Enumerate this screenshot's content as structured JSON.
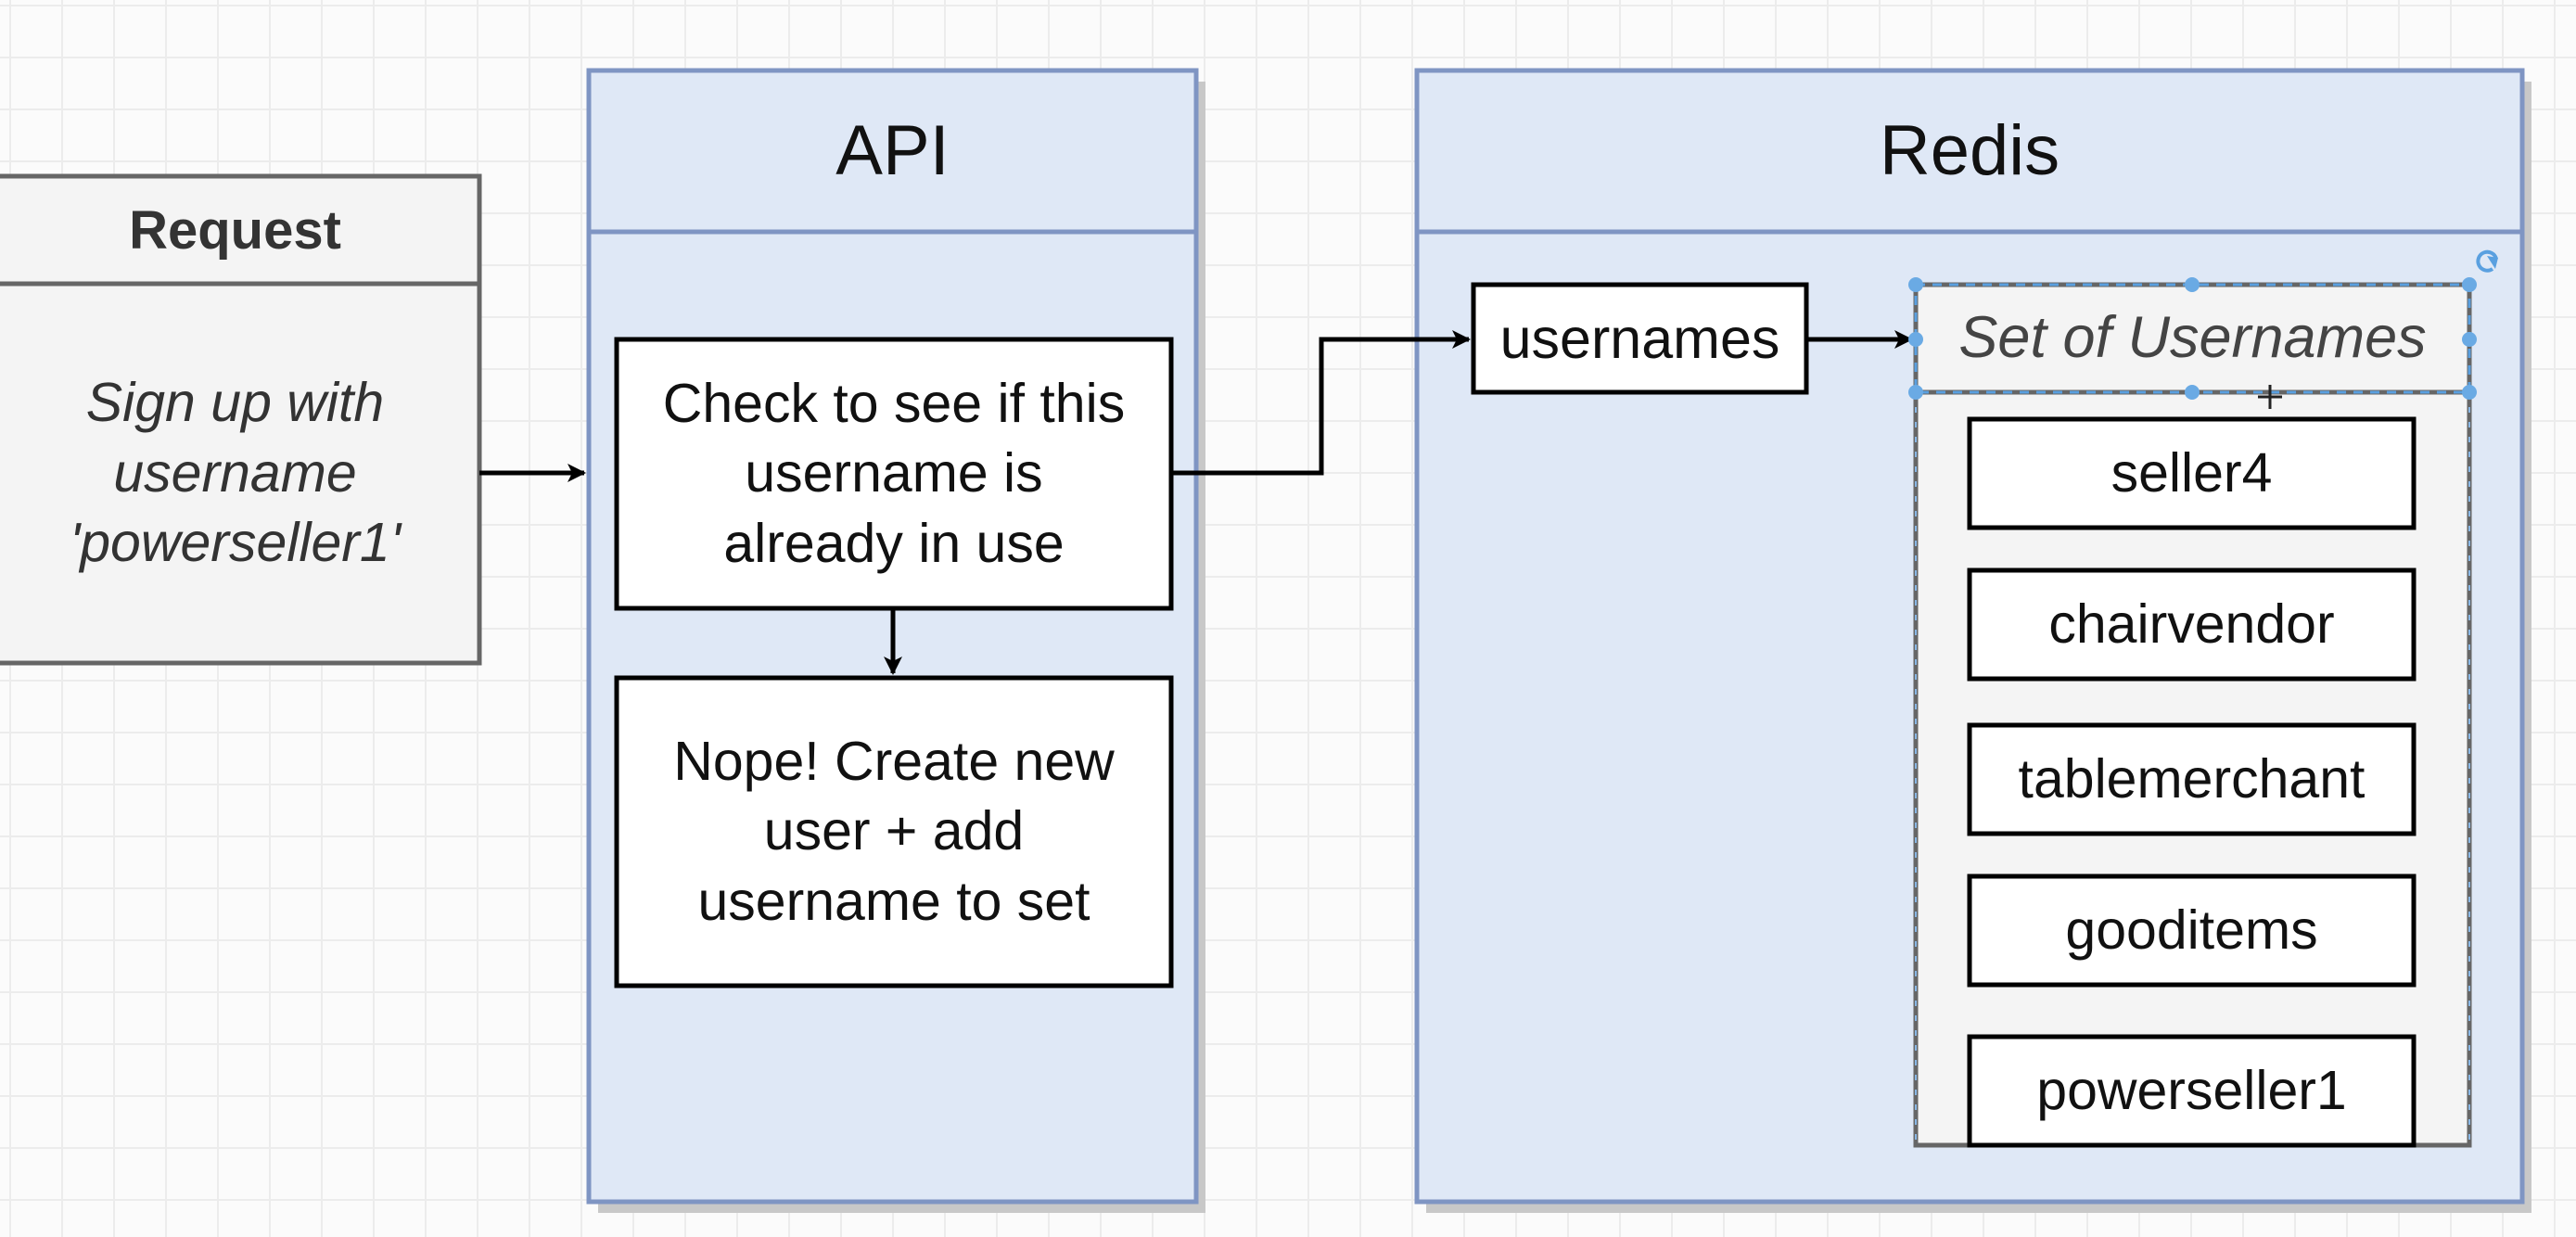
{
  "request": {
    "title": "Request",
    "body": "Sign up with\nusername\n'powerseller1'"
  },
  "api": {
    "title": "API",
    "check_step": "Check to see if this\nusername is\nalready in use",
    "create_step": "Nope! Create new\nuser + add\nusername to set"
  },
  "redis": {
    "title": "Redis",
    "key_label": "usernames",
    "set": {
      "title": "Set of Usernames",
      "members": [
        "seller4",
        "chairvendor",
        "tablemerchant",
        "gooditems",
        "powerseller1"
      ]
    }
  },
  "colors": {
    "container_fill": "#dfe8f6",
    "container_stroke": "#7f95c3",
    "request_fill": "#f4f4f4",
    "request_stroke": "#666666",
    "selection_handle": "#5aa0e0"
  }
}
